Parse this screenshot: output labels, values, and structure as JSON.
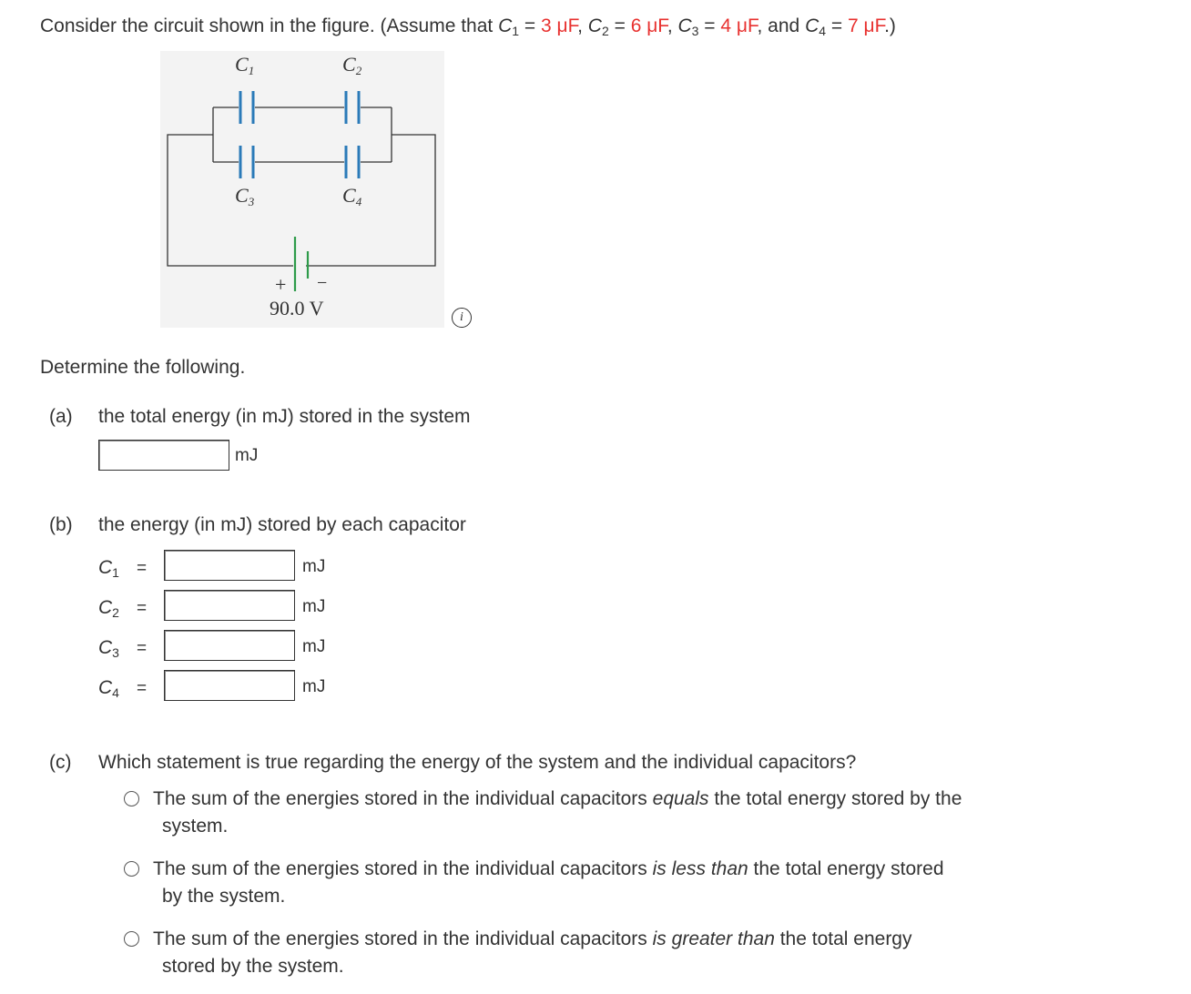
{
  "intro": {
    "text_prefix": "Consider the circuit shown in the figure. (Assume that ",
    "c1_sym": "C",
    "c1_sub": "1",
    "eq": " = ",
    "c1_val": "3 μF",
    "sep1": ", ",
    "c2_sym": "C",
    "c2_sub": "2",
    "c2_val": "6 μF",
    "c3_sym": "C",
    "c3_sub": "3",
    "c3_val": "4 μF",
    "and": ", and ",
    "c4_sym": "C",
    "c4_sub": "4",
    "c4_val": "7 μF",
    "suffix": ".)"
  },
  "figure": {
    "c1": "C",
    "c1_sub": "1",
    "c2": "C",
    "c2_sub": "2",
    "c3": "C",
    "c3_sub": "3",
    "c4": "C",
    "c4_sub": "4",
    "plus": "+",
    "minus": "−",
    "voltage": "90.0 V",
    "info_icon_glyph": "i"
  },
  "determine": "Determine the following.",
  "part_a": {
    "label": "(a)",
    "question": "the total energy (in mJ) stored in the system",
    "unit": "mJ",
    "value": ""
  },
  "part_b": {
    "label": "(b)",
    "question": "the energy (in mJ) stored by each capacitor",
    "rows": [
      {
        "sym": "C",
        "sub": "1",
        "eq": "=",
        "unit": "mJ",
        "value": ""
      },
      {
        "sym": "C",
        "sub": "2",
        "eq": "=",
        "unit": "mJ",
        "value": ""
      },
      {
        "sym": "C",
        "sub": "3",
        "eq": "=",
        "unit": "mJ",
        "value": ""
      },
      {
        "sym": "C",
        "sub": "4",
        "eq": "=",
        "unit": "mJ",
        "value": ""
      }
    ]
  },
  "part_c": {
    "label": "(c)",
    "question": "Which statement is true regarding the energy of the system and the individual capacitors?",
    "options": [
      {
        "pre": "The sum of the energies stored in the individual capacitors ",
        "em": "equals",
        "post_line1": " the total energy stored by the",
        "post_line2": "system."
      },
      {
        "pre": "The sum of the energies stored in the individual capacitors ",
        "em": "is less than",
        "post_line1": " the total energy stored",
        "post_line2": "by the system."
      },
      {
        "pre": "The sum of the energies stored in the individual capacitors ",
        "em": "is greater than",
        "post_line1": " the total energy",
        "post_line2": "stored by the system."
      }
    ]
  },
  "colors": {
    "given_values": "#e8312f",
    "capacitor_plate": "#2a7ab8",
    "battery": "#2e9b4a",
    "wire": "#333333"
  }
}
